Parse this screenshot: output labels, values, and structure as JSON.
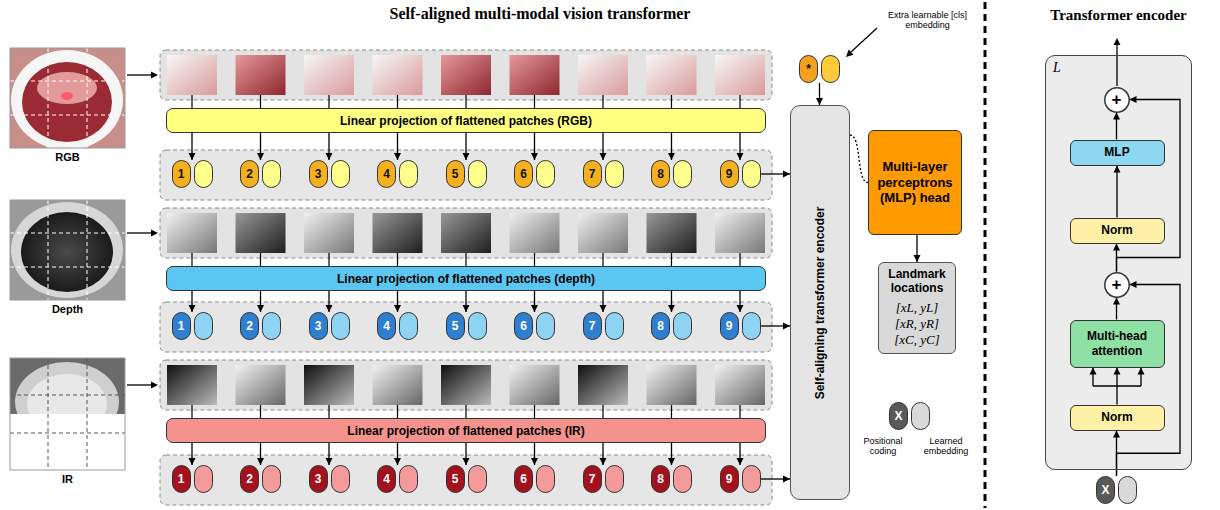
{
  "diagram": {
    "title": "Self-aligned multi-modal vision transformer",
    "nodes": [
      {
        "text": [
          "Linear projection of flattened patches (RGB)"
        ]
      },
      {
        "text": [
          "1"
        ]
      },
      {
        "text": [
          "2"
        ]
      },
      {
        "text": [
          "3"
        ]
      },
      {
        "text": [
          "4"
        ]
      },
      {
        "text": [
          "5"
        ]
      },
      {
        "text": [
          "6"
        ]
      },
      {
        "text": [
          "7"
        ]
      },
      {
        "text": [
          "8"
        ]
      },
      {
        "text": [
          "9"
        ]
      },
      {
        "text": [
          "Linear projection of flattened patches (depth)"
        ]
      },
      {
        "text": [
          "1"
        ]
      },
      {
        "text": [
          "2"
        ]
      },
      {
        "text": [
          "3"
        ]
      },
      {
        "text": [
          "4"
        ]
      },
      {
        "text": [
          "5"
        ]
      },
      {
        "text": [
          "6"
        ]
      },
      {
        "text": [
          "7"
        ]
      },
      {
        "text": [
          "8"
        ]
      },
      {
        "text": [
          "9"
        ]
      },
      {
        "text": [
          "Linear projection of flattened patches (IR)"
        ]
      },
      {
        "text": [
          "1"
        ]
      },
      {
        "text": [
          "2"
        ]
      },
      {
        "text": [
          "3"
        ]
      },
      {
        "text": [
          "4"
        ]
      },
      {
        "text": [
          "5"
        ]
      },
      {
        "text": [
          "6"
        ]
      },
      {
        "text": [
          "7"
        ]
      },
      {
        "text": [
          "8"
        ]
      },
      {
        "text": [
          "9"
        ]
      },
      {
        "text": [
          "*"
        ]
      },
      {
        "text": [
          "Self-aligning transformer encoder"
        ]
      },
      {
        "text": [
          "Multi-layer perceptrons (MLP) head"
        ]
      },
      {
        "text": [
          "Landmark locations",
          "[xL, yL]",
          "[xR, yR]",
          "[xC, yC]"
        ]
      },
      {
        "text": [
          "X"
        ]
      },
      {
        "text": [
          "Transformer encoder",
          "L"
        ]
      },
      {
        "text": [
          "+"
        ],
        "in": 35
      },
      {
        "text": [
          "MLP"
        ],
        "in": 35
      },
      {
        "text": [
          "Norm"
        ],
        "in": 35
      },
      {
        "text": [
          "+"
        ],
        "in": 35
      },
      {
        "text": [
          "Multi-head attention"
        ],
        "in": 35
      },
      {
        "text": [
          "Norm"
        ],
        "in": 35
      },
      {
        "text": [
          "X"
        ]
      }
    ],
    "edges": [
      {
        "from": 0,
        "to": 1,
        "arrow": "to"
      },
      {
        "from": 0,
        "to": 2,
        "arrow": "to"
      },
      {
        "from": 0,
        "to": 3,
        "arrow": "to"
      },
      {
        "from": 0,
        "to": 4,
        "arrow": "to"
      },
      {
        "from": 0,
        "to": 5,
        "arrow": "to"
      },
      {
        "from": 0,
        "to": 6,
        "arrow": "to"
      },
      {
        "from": 0,
        "to": 7,
        "arrow": "to"
      },
      {
        "from": 0,
        "to": 8,
        "arrow": "to"
      },
      {
        "from": 0,
        "to": 9,
        "arrow": "to"
      },
      {
        "from": 10,
        "to": 11,
        "arrow": "to"
      },
      {
        "from": 10,
        "to": 12,
        "arrow": "to"
      },
      {
        "from": 10,
        "to": 13,
        "arrow": "to"
      },
      {
        "from": 10,
        "to": 14,
        "arrow": "to"
      },
      {
        "from": 10,
        "to": 15,
        "arrow": "to"
      },
      {
        "from": 10,
        "to": 16,
        "arrow": "to"
      },
      {
        "from": 10,
        "to": 17,
        "arrow": "to"
      },
      {
        "from": 10,
        "to": 18,
        "arrow": "to"
      },
      {
        "from": 10,
        "to": 19,
        "arrow": "to"
      },
      {
        "from": 20,
        "to": 21,
        "arrow": "to"
      },
      {
        "from": 20,
        "to": 22,
        "arrow": "to"
      },
      {
        "from": 20,
        "to": 23,
        "arrow": "to"
      },
      {
        "from": 20,
        "to": 24,
        "arrow": "to"
      },
      {
        "from": 20,
        "to": 25,
        "arrow": "to"
      },
      {
        "from": 20,
        "to": 26,
        "arrow": "to"
      },
      {
        "from": 20,
        "to": 27,
        "arrow": "to"
      },
      {
        "from": 20,
        "to": 28,
        "arrow": "to"
      },
      {
        "from": 20,
        "to": 29,
        "arrow": "to"
      },
      {
        "from": 9,
        "to": 31,
        "arrow": "to"
      },
      {
        "from": 19,
        "to": 31,
        "arrow": "to"
      },
      {
        "from": 29,
        "to": 31,
        "arrow": "to"
      },
      {
        "from": 30,
        "to": 31,
        "arrow": "to"
      },
      {
        "from": 31,
        "to": 32,
        "arrow": "none"
      },
      {
        "from": 32,
        "to": 33,
        "arrow": "to"
      },
      {
        "from": 42,
        "to": 41,
        "arrow": "to"
      },
      {
        "from": 41,
        "to": 40,
        "arrow": "to"
      },
      {
        "from": 40,
        "to": 39,
        "arrow": "to"
      },
      {
        "from": 39,
        "to": 38,
        "arrow": "to"
      },
      {
        "from": 38,
        "to": 37,
        "arrow": "to"
      },
      {
        "from": 37,
        "to": 36,
        "arrow": "to"
      },
      {
        "from": 42,
        "to": 39,
        "arrow": "to"
      },
      {
        "from": 39,
        "to": 36,
        "arrow": "to"
      }
    ],
    "labels": [
      "RGB",
      "Depth",
      "IR",
      "Extra learnable [cls] embedding",
      "Positional coding",
      "Learned embedding"
    ]
  }
}
